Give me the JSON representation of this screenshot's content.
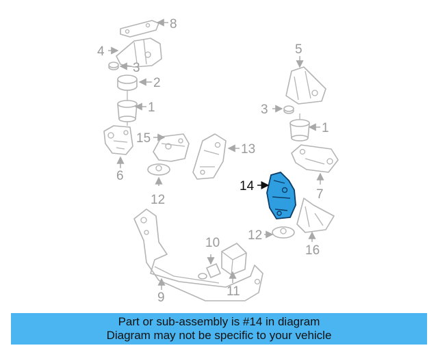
{
  "diagram": {
    "callouts": [
      "1",
      "1",
      "2",
      "3",
      "3",
      "4",
      "5",
      "6",
      "7",
      "8",
      "9",
      "10",
      "11",
      "12",
      "12",
      "13",
      "14",
      "15",
      "16"
    ],
    "highlighted_part": "14",
    "highlight_color": "#2f9ee0",
    "part_color": "#b4b4b4"
  },
  "banner": {
    "line1": "Part or sub-assembly is #14 in diagram",
    "line2": "Diagram may not be specific to your vehicle",
    "background": "#4ab5f0"
  }
}
